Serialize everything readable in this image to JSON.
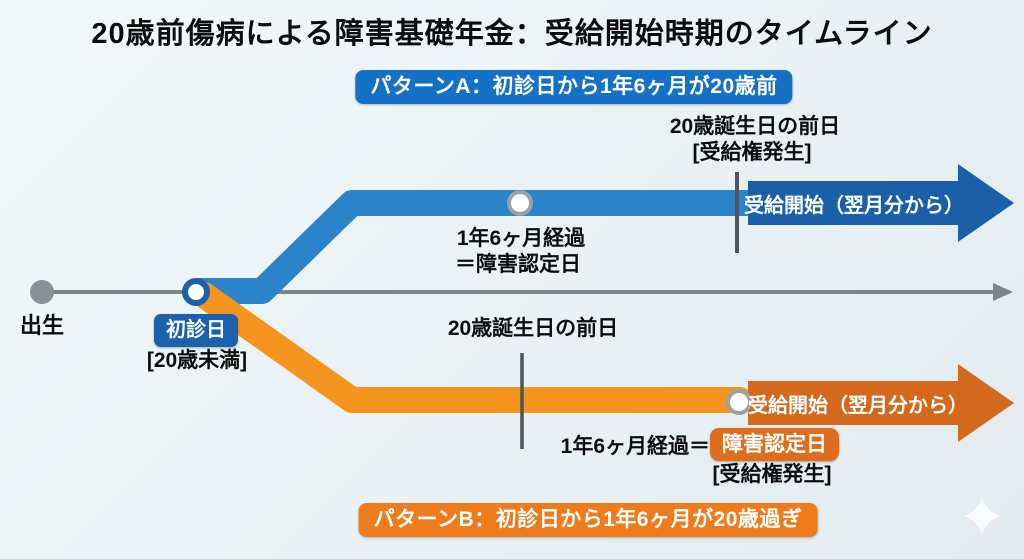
{
  "title": "20歳前傷病による障害基礎年金：受給開始時期のタイムライン",
  "colors": {
    "background": "#EAF2F5",
    "blue_line": "#2B84C9",
    "blue_arrow": "#1A5FA8",
    "blue_badge": "#1571C5",
    "first_visit_badge_blue": "#1B61AC",
    "orange_line": "#F5941F",
    "orange_arrow": "#D2691C",
    "orange_badge": "#EE7C1C",
    "recognition_badge_orange": "#DD6E1D",
    "axis_gray": "#7E8388"
  },
  "axis": {
    "birth_label": "出生",
    "first_visit_badge": "初診日",
    "first_visit_note": "[20歳未満]"
  },
  "pattern_a": {
    "badge_label": "パターンA：初診日から1年6ヶ月が20歳前",
    "birthday_line1": "20歳誕生日の前日",
    "birthday_line2": "[受給権発生]",
    "elapsed_line1": "1年6ヶ月経過",
    "elapsed_line2": "＝障害認定日",
    "arrow_label": "受給開始（翌月分から）"
  },
  "pattern_b": {
    "badge_label": "パターンB：初診日から1年6ヶ月が20歳過ぎ",
    "birthday_label": "20歳誕生日の前日",
    "elapsed_prefix": "1年6ヶ月経過＝",
    "recognition_badge": "障害認定日",
    "entitlement_note": "[受給権発生]",
    "arrow_label": "受給開始（翌月分から）"
  }
}
